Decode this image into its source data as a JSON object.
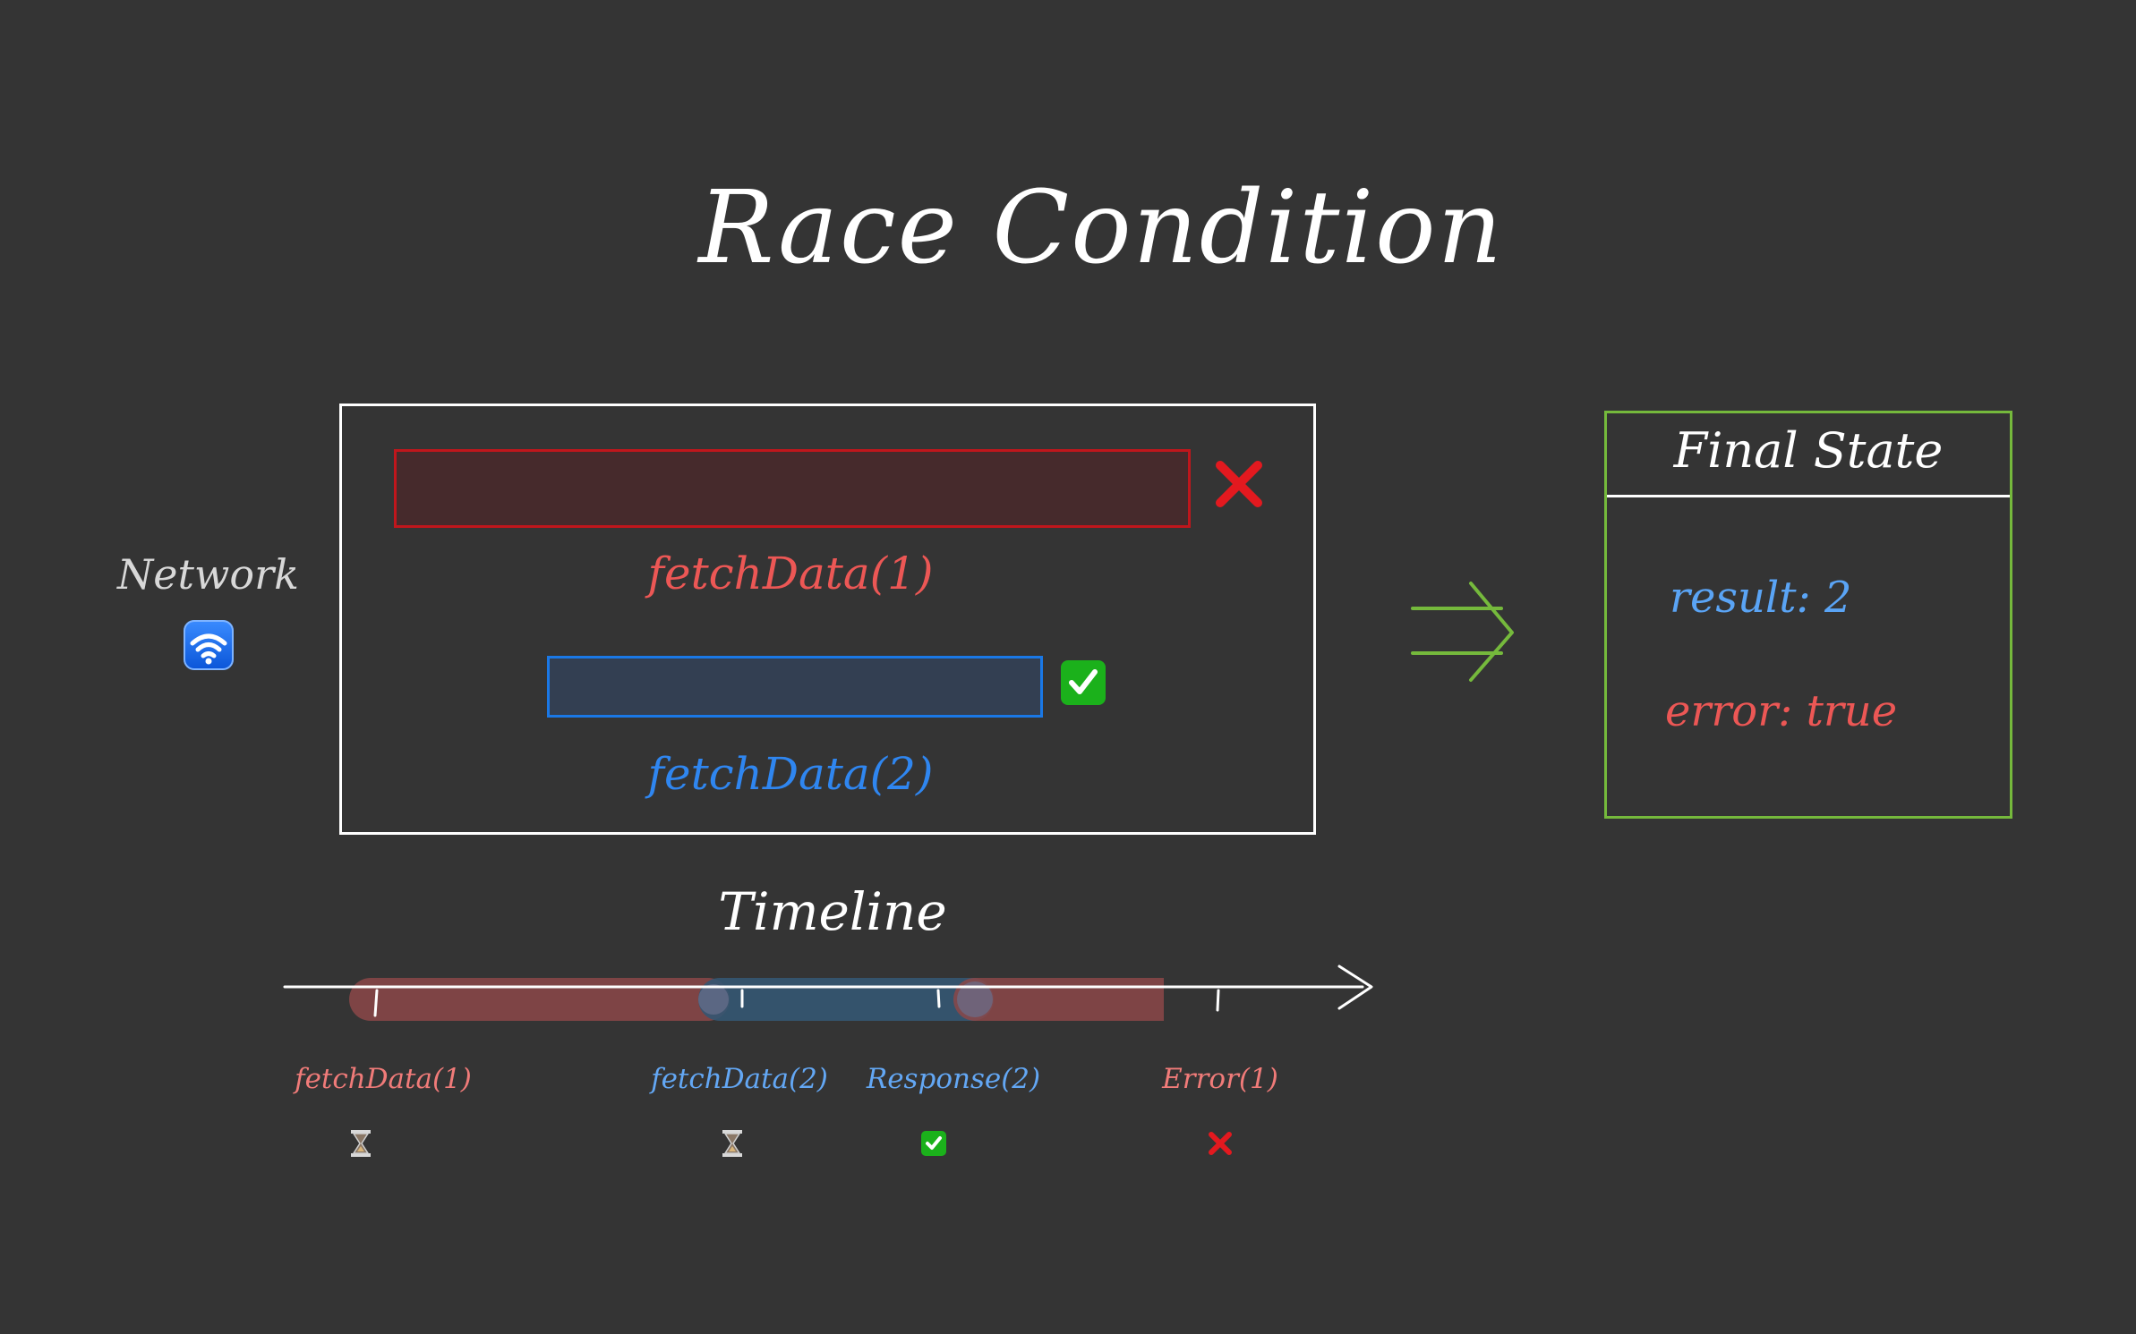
{
  "title": "Race Condition",
  "network": {
    "label": "Network",
    "icon": "wifi-icon"
  },
  "requests": [
    {
      "label": "fetchData(1)",
      "status": "failed",
      "status_icon": "cross-icon",
      "color": "#ec5755"
    },
    {
      "label": "fetchData(2)",
      "status": "succeeded",
      "status_icon": "check-icon",
      "color": "#2f86f0"
    }
  ],
  "final_state": {
    "title": "Final State",
    "result": "result: 2",
    "error": "error: true"
  },
  "timeline": {
    "title": "Timeline",
    "events": [
      {
        "label": "fetchData(1)",
        "icon": "hourglass-icon",
        "kind": "request-1"
      },
      {
        "label": "fetchData(2)",
        "icon": "hourglass-icon",
        "kind": "request-2"
      },
      {
        "label": "Response(2)",
        "icon": "check-icon",
        "kind": "request-2"
      },
      {
        "label": "Error(1)",
        "icon": "cross-icon",
        "kind": "request-1"
      }
    ]
  },
  "colors": {
    "background": "#343434",
    "request_1": "#c0161c",
    "request_2": "#1a78e6",
    "final_state_border": "#75b93c",
    "arrow": "#75b93c"
  }
}
